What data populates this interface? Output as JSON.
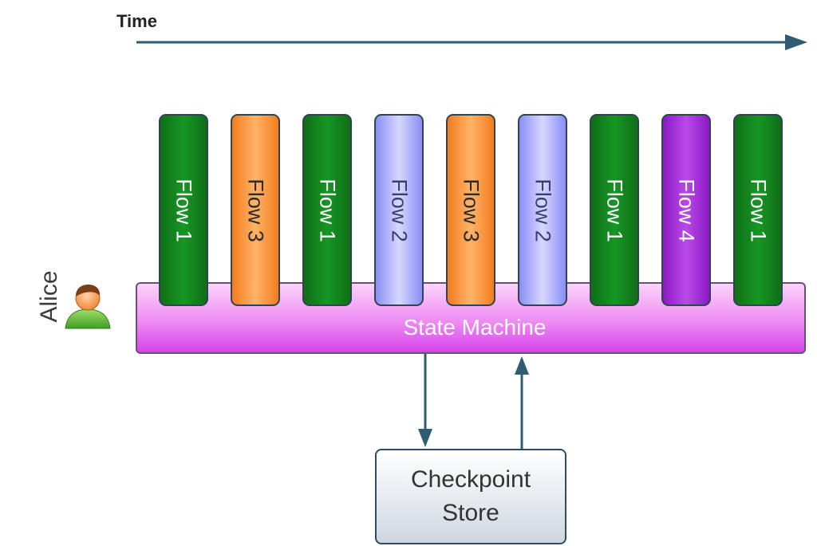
{
  "time_label": "Time",
  "actor": {
    "label": "Alice",
    "icon": "person-icon"
  },
  "state_machine": {
    "label": "State Machine"
  },
  "flows": [
    {
      "label": "Flow 1",
      "color": "#169624"
    },
    {
      "label": "Flow 3",
      "color": "#f7943a"
    },
    {
      "label": "Flow 1",
      "color": "#169624"
    },
    {
      "label": "Flow 2",
      "color": "#aeb0fb"
    },
    {
      "label": "Flow 3",
      "color": "#f7943a"
    },
    {
      "label": "Flow 2",
      "color": "#aeb0fb"
    },
    {
      "label": "Flow 1",
      "color": "#169624"
    },
    {
      "label": "Flow 4",
      "color": "#a631d8"
    },
    {
      "label": "Flow 1",
      "color": "#169624"
    }
  ],
  "checkpoint_store": {
    "label": "Checkpoint\nStore"
  }
}
